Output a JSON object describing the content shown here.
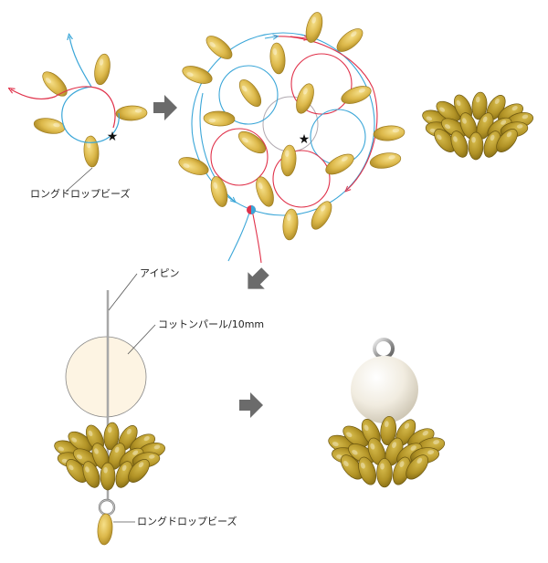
{
  "labels": {
    "step1_bead": "ロングドロップビーズ",
    "headpin": "アイピン",
    "pearl": "コットンパール/10mm",
    "bottom_bead": "ロングドロップビーズ"
  },
  "icons": {
    "start_mark": "star-icon",
    "thread_end": "thread-end-dot-icon",
    "step_arrow": "step-arrow-icon"
  },
  "colors": {
    "bead": "#d9b547",
    "bead_dark": "#9c7a1e",
    "bead_cluster": "#b39526",
    "thread_blue": "#3aa6d8",
    "thread_red": "#e0314a",
    "pearl": "#fdf4e3",
    "arrow": "#6b6b6b"
  }
}
